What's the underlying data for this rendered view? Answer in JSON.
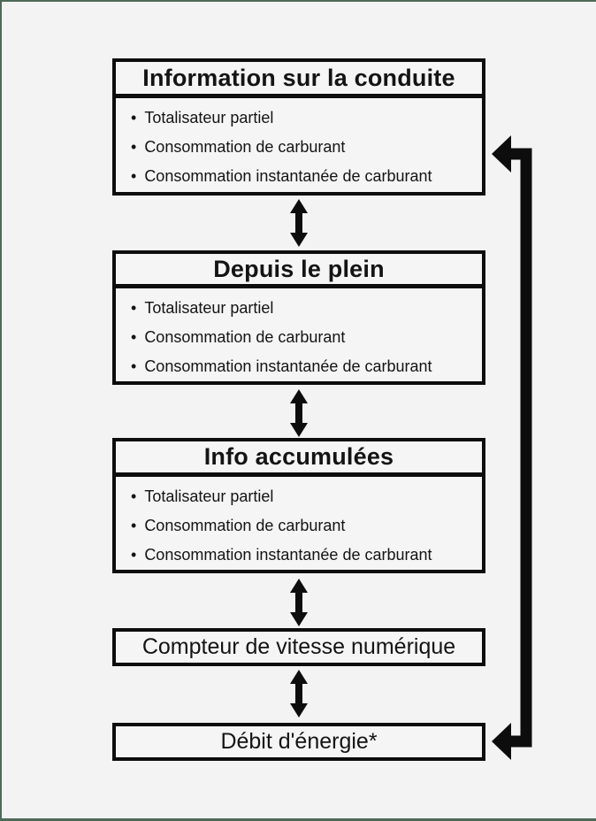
{
  "page": {
    "background": "#f2f3f2",
    "edge_line_color": "#4d6a58",
    "line_color": "#0d0d0d"
  },
  "bullet_char": "•",
  "panels": {
    "driving_info": {
      "title": "Information sur la conduite",
      "items": [
        "Totalisateur partiel",
        "Consommation de carburant",
        "Consommation instantanée de carburant"
      ]
    },
    "since_refuel": {
      "title": "Depuis le plein",
      "items": [
        "Totalisateur partiel",
        "Consommation de carburant",
        "Consommation instantanée de carburant"
      ]
    },
    "accumulated": {
      "title": "Info accumulées",
      "items": [
        "Totalisateur partiel",
        "Consommation de carburant",
        "Consommation instantanée de carburant"
      ]
    },
    "speedometer": {
      "label": "Compteur de vitesse numérique"
    },
    "energy_flow": {
      "label": "Débit d'énergie*"
    }
  },
  "icons": {
    "between_boxes": "double-headed-vertical-arrow",
    "right_side": "loop-back-arrow"
  }
}
